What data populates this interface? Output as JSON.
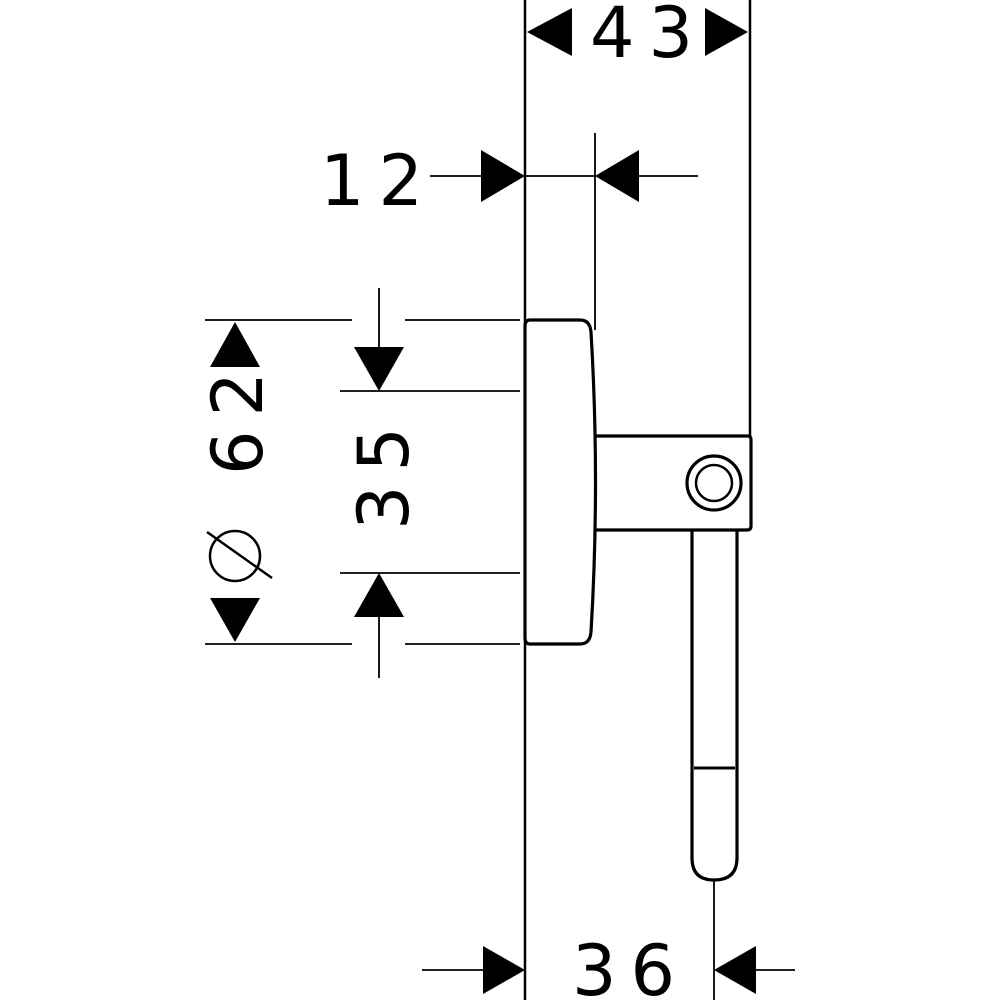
{
  "dimensions": {
    "overall_depth": "43",
    "plate_depth": "12",
    "diameter": "62",
    "diameter_symbol": "⌀",
    "inner_height": "35",
    "hook_depth": "36"
  },
  "colors": {
    "line": "#000000",
    "background": "#ffffff"
  }
}
